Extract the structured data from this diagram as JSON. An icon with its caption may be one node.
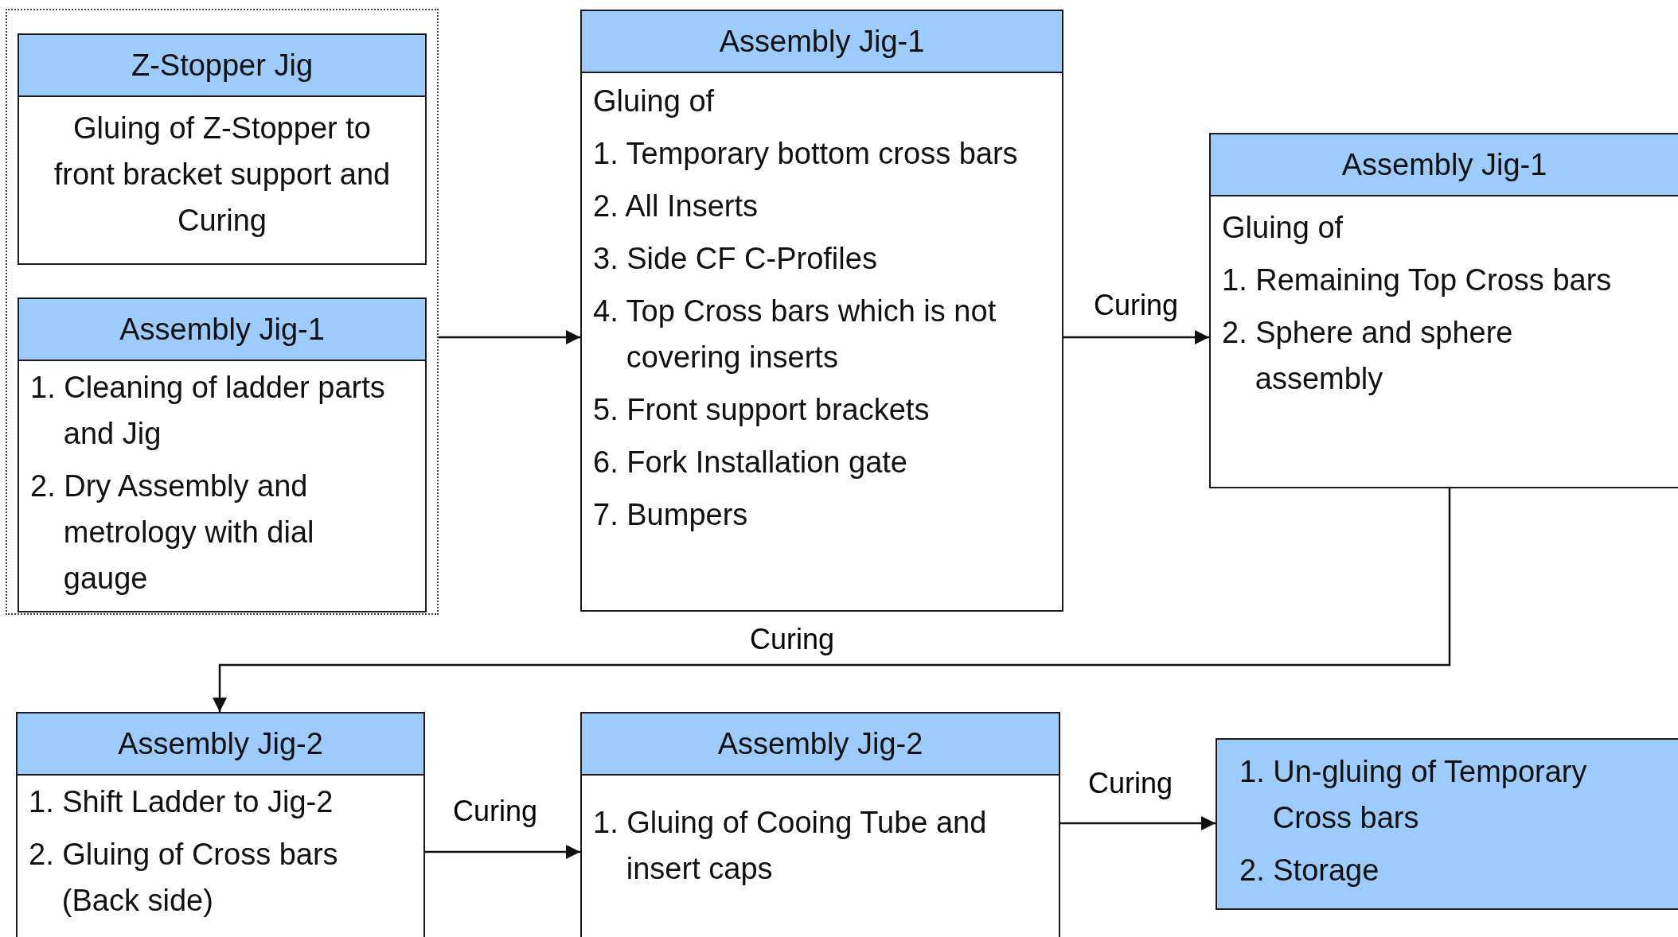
{
  "diagram": {
    "nodes": [
      {
        "text": [],
        "shape": "box"
      },
      {
        "text": [
          "Z-Stopper Jig",
          "Gluing of Z-Stopper to front bracket support and Curing"
        ],
        "in": 0
      },
      {
        "text": [
          "Assembly Jig-1",
          "1. Cleaning of ladder parts and Jig",
          "2. Dry Assembly and metrology with dial gauge"
        ],
        "in": 0
      },
      {
        "text": [
          "Assembly Jig-1",
          "Gluing of",
          "1. Temporary bottom cross bars",
          "2. All Inserts",
          "3. Side CF C-Profiles",
          "4. Top Cross bars which is not covering inserts",
          "5. Front support brackets",
          "6. Fork Installation gate",
          "7. Bumpers"
        ]
      },
      {
        "text": [
          "Assembly Jig-1",
          "Gluing of",
          "1. Remaining Top Cross bars",
          "2. Sphere and sphere assembly"
        ]
      },
      {
        "text": [
          "Assembly Jig-2",
          "1. Shift Ladder to Jig-2",
          "2. Gluing of Cross bars (Back side)"
        ]
      },
      {
        "text": [
          "Assembly Jig-2",
          "1. Gluing of Cooing Tube and insert caps"
        ]
      },
      {
        "text": [
          "1. Un-gluing of Temporary Cross bars",
          "2. Storage"
        ]
      }
    ],
    "edges": [
      {
        "from": 0,
        "to": 3,
        "arrow": "to"
      },
      {
        "from": 3,
        "to": 4,
        "arrow": "to",
        "label": "Curing"
      },
      {
        "from": 4,
        "to": 5,
        "arrow": "to",
        "label": "Curing"
      },
      {
        "from": 5,
        "to": 6,
        "arrow": "to",
        "label": "Curing"
      },
      {
        "from": 6,
        "to": 7,
        "arrow": "to",
        "label": "Curing"
      }
    ]
  }
}
